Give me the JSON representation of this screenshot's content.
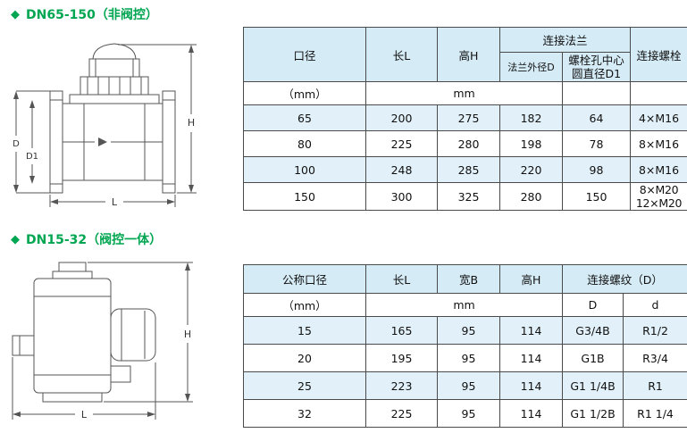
{
  "page": {
    "accent_green": "#00a651",
    "header_fill": "#d5ebf6",
    "row_tint": "#e2f1f9",
    "border_color": "#4a4a4a"
  },
  "section1": {
    "bullet": "◆",
    "heading": "DN65-150（非阀控）",
    "drawing_labels": {
      "d": "D",
      "d1": "D1",
      "h": "H",
      "l": "L"
    },
    "table": {
      "headers": {
        "col1": "口径",
        "col2": "长L",
        "col3": "高H",
        "flange_group": "连接法兰",
        "flange_od": "法兰外径D",
        "bolt_circle_line1": "螺栓孔中心",
        "bolt_circle_line2": "圆直径D1",
        "bolts": "连接螺栓"
      },
      "units": {
        "col1": "（mm）",
        "span": "mm"
      },
      "rows": [
        {
          "dn": "65",
          "l": "200",
          "h": "275",
          "d": "182",
          "d1": "64",
          "bolts": "4×M16"
        },
        {
          "dn": "80",
          "l": "225",
          "h": "280",
          "d": "198",
          "d1": "78",
          "bolts": "8×M16"
        },
        {
          "dn": "100",
          "l": "248",
          "h": "285",
          "d": "220",
          "d1": "98",
          "bolts": "8×M16"
        },
        {
          "dn": "150",
          "l": "300",
          "h": "325",
          "d": "280",
          "d1": "150",
          "bolts": "8×M20 12×M20"
        }
      ]
    }
  },
  "section2": {
    "bullet": "◆",
    "heading": "DN15-32（阀控一体）",
    "drawing_labels": {
      "h": "H",
      "l": "L"
    },
    "table": {
      "headers": {
        "col1": "公称口径",
        "col2": "长L",
        "col3": "宽B",
        "col4": "高H",
        "thread_group": "连接螺纹（D）",
        "thread_d": "D",
        "thread_d_small": "d"
      },
      "units": {
        "col1": "（mm）",
        "span": "mm"
      },
      "rows": [
        {
          "dn": "15",
          "l": "165",
          "b": "95",
          "h": "114",
          "D": "G3/4B",
          "d": "R1/2"
        },
        {
          "dn": "20",
          "l": "195",
          "b": "95",
          "h": "114",
          "D": "G1B",
          "d": "R3/4"
        },
        {
          "dn": "25",
          "l": "223",
          "b": "95",
          "h": "114",
          "D": "G1 1/4B",
          "d": "R1"
        },
        {
          "dn": "32",
          "l": "225",
          "b": "95",
          "h": "114",
          "D": "G1 1/2B",
          "d": "R1 1/4"
        }
      ]
    }
  }
}
